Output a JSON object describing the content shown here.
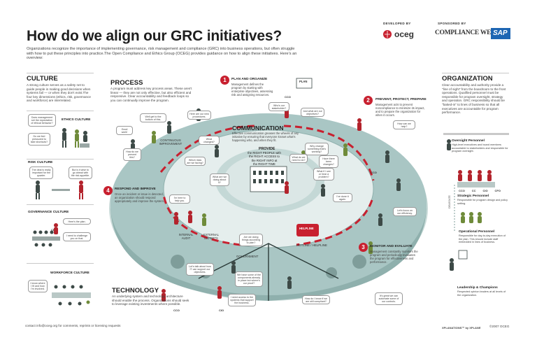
{
  "header": {
    "developed_by": "DEVELOPED BY",
    "sponsored_by": "SPONSORED BY",
    "oceg_logo": "oceg",
    "cw_logo": "COMPLIANCE WEEK",
    "sap_logo": "SAP",
    "title": "How do we align our GRC initiatives?",
    "intro": "Organizations recognize the importance of implementing governance, risk management and compliance (GRC) into business operations, but often struggle with how to put these principles into practice.The Open Compliance and Ethics Group (OCEG) provides guidance on how to align these initiatives. Here's an overview:"
  },
  "culture": {
    "title": "CULTURE",
    "text": "A strong culture serves as a safety net to guide people in making good decisions when systems fail — or when they don't exist.The four key dimensions (ethics, risk, governance and workforce) are interrelated.",
    "ethics_title": "ETHICS CULTURE",
    "ethics_b1": "Does management set the expectation of ethical behavior?",
    "ethics_b2": "Do we feel pressured to take shortcuts?",
    "risk_title": "RISK CULTURE",
    "risk_b1": "The deal is really important for the quarter.",
    "risk_b2": "But is it wise to go ahead with the risk appetite.",
    "gov_title": "GOVERNANCE CULTURE",
    "gov_ceo": "CEO",
    "gov_b1": "Here's the plan.",
    "gov_b2": "I need to challenge you on that.",
    "work_title": "WORKFORCE CULTURE",
    "work_b1": "I know where I fit and how I'm involved."
  },
  "process": {
    "title": "PROCESS",
    "text": "A program must address key process areas. These aren't linear — they are not only effective, but also efficient and responsive. Clear accountability and feedback loops so you can continually improve the program.",
    "ci_label": "CONTINUOUS IMPROVEMENT"
  },
  "steps": [
    {
      "num": "1",
      "title": "PLAN AND ORGANIZE",
      "text": "Management defines the program by starting with enterprise objectives, assessing risk and assigning resources."
    },
    {
      "num": "2",
      "title": "PREVENT, PROTECT, PREPARE",
      "text": "Management acts to prevent noncompliance to minimize its impact, and to prepare the organization for when it occurs."
    },
    {
      "num": "3",
      "title": "MONITOR AND EVALUATE",
      "text": "Management constantly monitors the program and periodically evaluates the program for effectiveness and performance."
    },
    {
      "num": "4",
      "title": "RESPOND AND IMPROVE",
      "text": "Once an incident or issue is detected, an organization should respond appropriately and improve the system."
    }
  ],
  "communication": {
    "title": "COMMUNICATION",
    "text": "Effective communication greases the wheels of any initiative by ensuring that everyone knows what's happening who, and when they fit.",
    "provide": "PROVIDE",
    "line1": "the RIGHT PEOPLE with",
    "line2": "the RIGHT ACCESS to",
    "line3": "the RIGHT INFO at",
    "line4": "the RIGHT TIME"
  },
  "labels": {
    "internal_audit": "INTERNAL AUDIT",
    "external_experts": "EXTERNAL EXPERTS",
    "government": "GOVERNMENT",
    "hotline": "HOTLINE / HELPLINE",
    "helpline_sign": "HELPLINE",
    "plan_sign": "PLAN",
    "cco": "CCO",
    "cio": "CIO",
    "cfo": "CFO",
    "ceo": "CEO"
  },
  "bubbles": {
    "b1": "Well get to the bottom of this.",
    "b2": "Here are our new procedures.",
    "b3": "Good work!",
    "b4": "How do we prevent this?",
    "b5": "What changed?",
    "b6": "Which risks are we facing?",
    "b7": "What are we doing about it?",
    "b8": "Who's our stakeholder?",
    "b9": "Just what are our objectives?",
    "b10": "What do we need to do?",
    "b11": "Why change something that's working?",
    "b12": "Have there been changes?",
    "b13": "What if I see or hear a problem?",
    "b14": "I've done it again.",
    "b15": "Are we doing things according to plan?",
    "b16": "I'm here to help you.",
    "b17": "Let's talk about how IT can support our objectives.",
    "b18": "We have some of the components already in place but where's our proof?",
    "b19": "I need access to the systems that support the business.",
    "b20": "How do I know if we are still compliant?",
    "b21": "It's great we can automate some of our controls.",
    "b22": "How can we help?",
    "b23": "Let's focus on our efficiency."
  },
  "technology": {
    "title": "TECHNOLOGY",
    "text": "An underlying system and technology architecture should enable the process. Organizations should seek to leverage existing investments where possible."
  },
  "organization": {
    "title": "ORGANIZATION",
    "text": "Clear accountability and authority provide a \"line of sight\" from the boardroom to the front operations. Qualified personnel must be responsible for program oversight, strategy and operation. GRC responsibility should be \"baked-in\" to lines of business so that all executives are accountable for program performance.",
    "oversight_title": "Oversight Personnel",
    "oversight_text": "High-level executives and board members accountable to stakeholders and responsible for program oversight.",
    "strategic_title": "Strategic Personnel",
    "strategic_text": "Responsible for program design and policy setting.",
    "delegate": "DELEGATE",
    "operational_title": "Operational Personnel",
    "operational_text": "Responsible for day-to-day execution of the plan. This should include staff embedded in lines of business.",
    "leaders_title": "Leadership & Champions",
    "leaders_text": "Respected opinion leaders at all levels of the organization.",
    "exec_labels": [
      "CCO",
      "CC",
      "CIO",
      "CFO"
    ]
  },
  "footer": {
    "contact": "contact info@oceg.org for comments, reprints or licensing requests",
    "xplanations": "XPLANATIONS™ by XPLANE",
    "copyright": "©2007 OCEG"
  },
  "colors": {
    "accent_red": "#c8202f",
    "platform_teal": "#a9c6c4",
    "ring_light": "#e5eeed",
    "figure_dark": "#3d4a47",
    "figure_green": "#6f8b3a",
    "figure_red": "#b3232c"
  }
}
